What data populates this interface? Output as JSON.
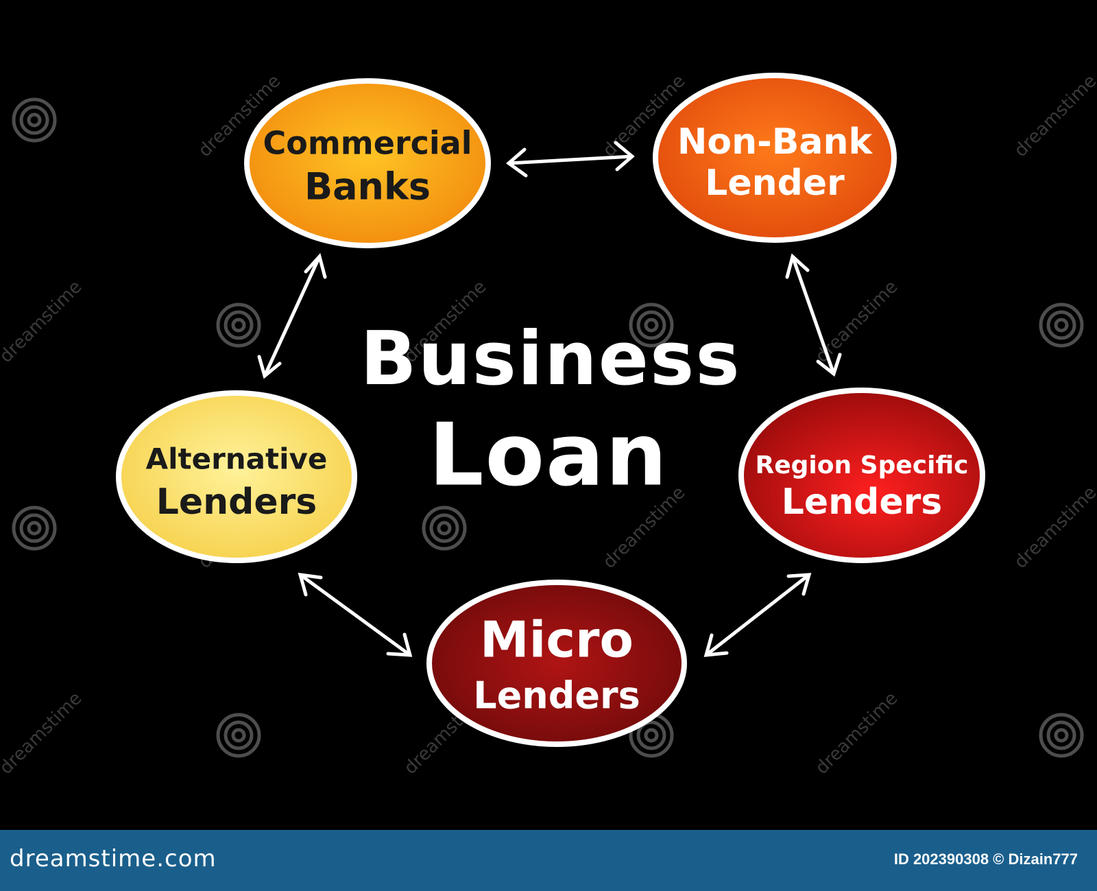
{
  "center": {
    "line1": "Business",
    "line2": "Loan"
  },
  "nodes": [
    {
      "key": "commercial",
      "line1": "Commercial",
      "line2": "Banks",
      "text_color": "#1a1a1a"
    },
    {
      "key": "nonbank",
      "line1": "Non-Bank",
      "line2": "Lender",
      "text_color": "#ffffff"
    },
    {
      "key": "region",
      "line1": "Region Specific",
      "line2": "Lenders",
      "text_color": "#ffffff"
    },
    {
      "key": "micro",
      "line1": "Micro",
      "line2": "Lenders",
      "text_color": "#ffffff"
    },
    {
      "key": "alternative",
      "line1": "Alternative",
      "line2": "Lenders",
      "text_color": "#1a1a1a"
    }
  ],
  "connections": [
    {
      "from": "Commercial Banks",
      "to": "Non-Bank Lender",
      "type": "bidirectional"
    },
    {
      "from": "Non-Bank Lender",
      "to": "Region Specific Lenders",
      "type": "bidirectional"
    },
    {
      "from": "Region Specific Lenders",
      "to": "Micro Lenders",
      "type": "bidirectional"
    },
    {
      "from": "Micro Lenders",
      "to": "Alternative Lenders",
      "type": "bidirectional"
    },
    {
      "from": "Alternative Lenders",
      "to": "Commercial Banks",
      "type": "bidirectional"
    }
  ],
  "colors": {
    "background": "#000000",
    "commercial": "#f7a51a",
    "nonbank": "#f25a12",
    "region": "#c81414",
    "micro": "#8e0f0f",
    "alternative": "#fbe36e",
    "footer": "#1a5f8c"
  },
  "watermark": {
    "text": "dreamstime",
    "icon": "dreamstime-spiral-logo"
  },
  "footer": {
    "site": "dreamstime.com",
    "id_text": "ID 202390308 © Dizain777"
  }
}
